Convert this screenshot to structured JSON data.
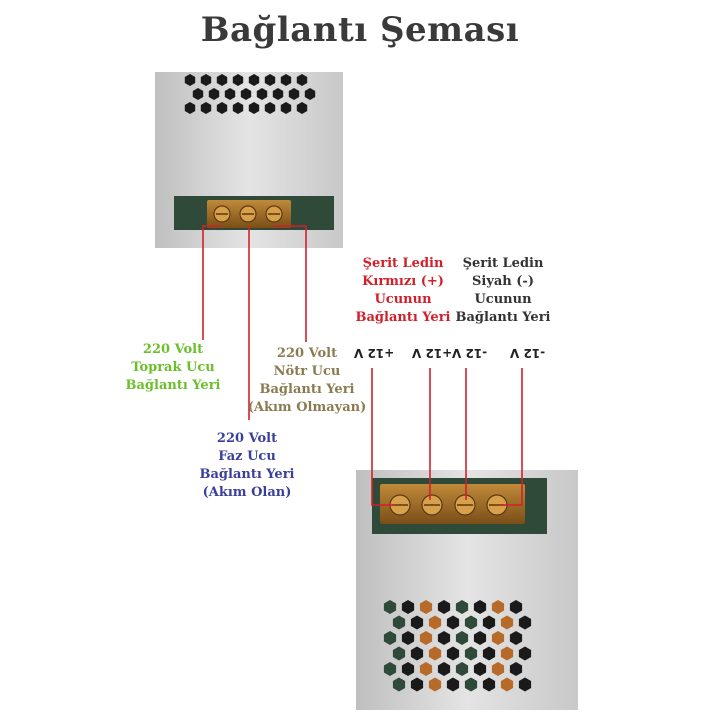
{
  "title": "Bağlantı Şeması",
  "colors": {
    "wire": "#d2202a",
    "green_label": "#6bbf2a",
    "olive_label": "#8b7b52",
    "blue_label": "#3a3f9a",
    "red_label": "#d2202a",
    "dark_label": "#333333",
    "case": "#d7d7d7",
    "terminal": "#a2702a"
  },
  "labels": {
    "ground": [
      "220 Volt",
      "Toprak Ucu",
      "Bağlantı Yeri"
    ],
    "neutral": [
      "220 Volt",
      "Nötr Ucu",
      "Bağlantı Yeri",
      "(Akım Olmayan)"
    ],
    "phase": [
      "220 Volt",
      "Faz Ucu",
      "Bağlantı Yeri",
      "(Akım Olan)"
    ],
    "led_red": [
      "Şerit Ledin",
      "Kırmızı (+)",
      "Ucunun",
      "Bağlantı Yeri"
    ],
    "led_black": [
      "Şerit Ledin",
      "Siyah (-)",
      "Ucunun",
      "Bağlantı Yeri"
    ]
  },
  "terminal_marks": [
    "+12 V",
    "+12 V",
    "-12 V",
    "-12 V"
  ]
}
